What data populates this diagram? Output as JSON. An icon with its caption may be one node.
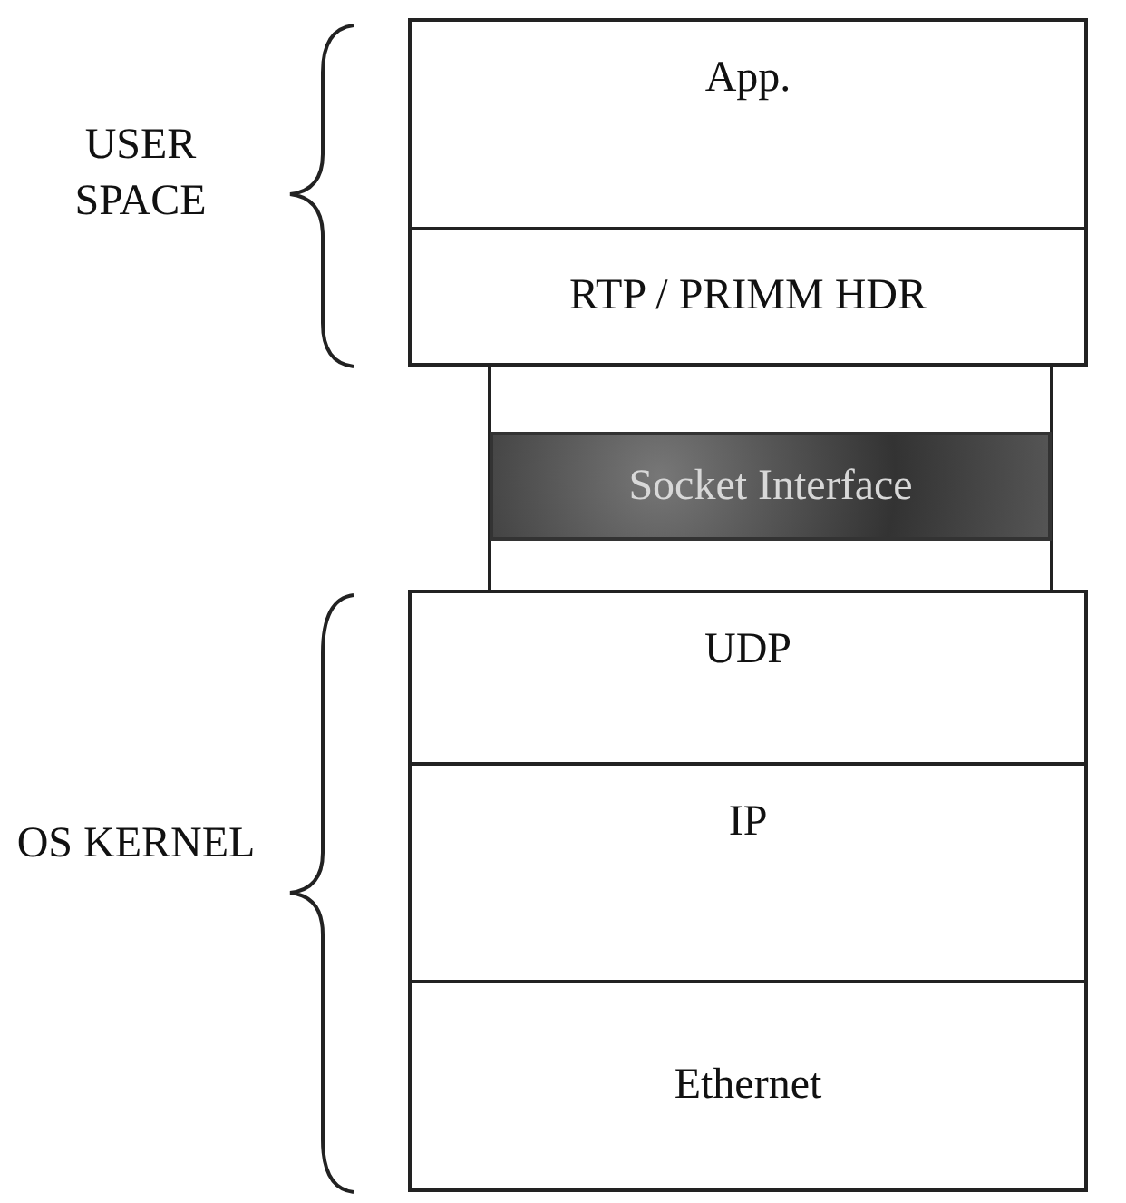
{
  "diagram": {
    "nodes": [
      {
        "text": [
          "App."
        ]
      },
      {
        "text": [
          "RTP / PRIMM HDR"
        ]
      },
      {
        "text": [
          "Socket Interface"
        ]
      },
      {
        "text": [
          "UDP"
        ]
      },
      {
        "text": [
          "IP"
        ]
      },
      {
        "text": [
          "Ethernet"
        ]
      }
    ],
    "labels": [
      "USER SPACE",
      "OS KERNEL"
    ]
  }
}
